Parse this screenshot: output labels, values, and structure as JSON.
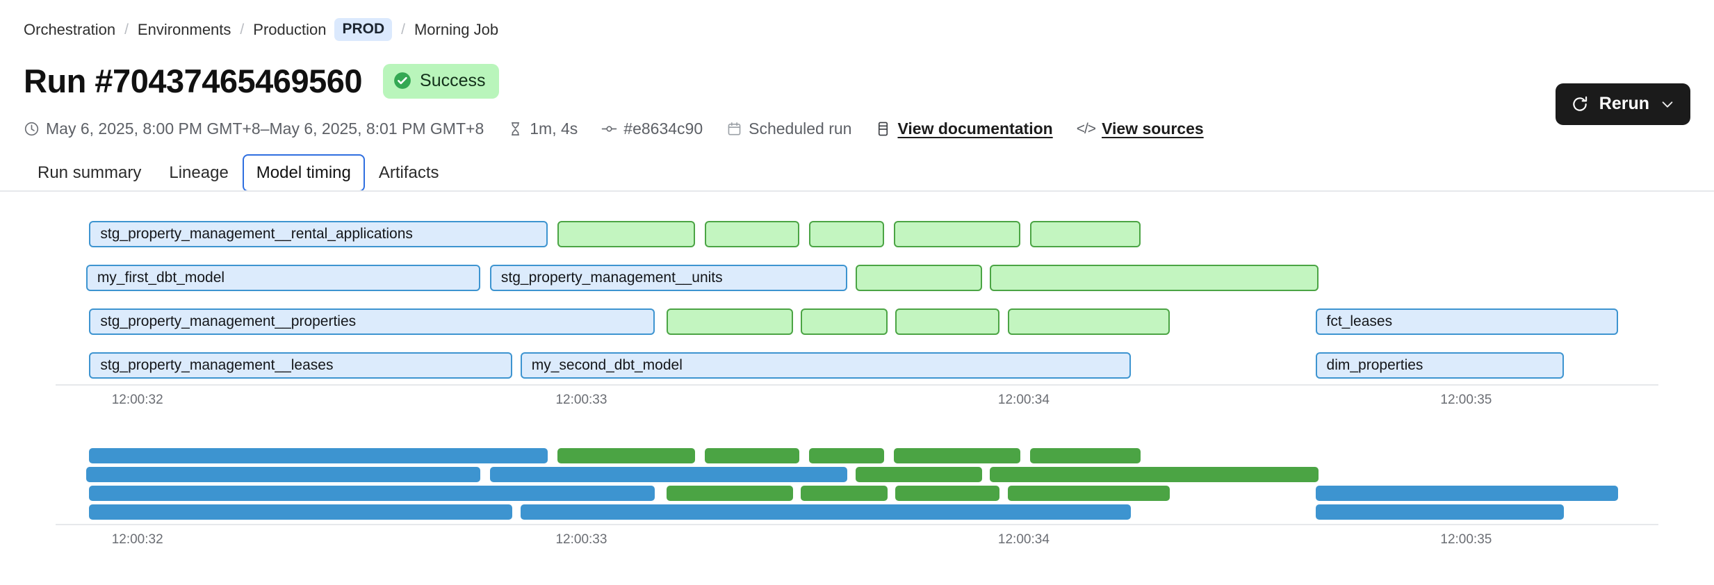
{
  "breadcrumb": {
    "items": [
      {
        "label": "Orchestration",
        "type": "link"
      },
      {
        "label": "Environments",
        "type": "link"
      },
      {
        "label": "Production",
        "type": "link"
      },
      {
        "label": "PROD",
        "type": "badge"
      },
      {
        "label": "Morning Job",
        "type": "current"
      }
    ],
    "separator": "/"
  },
  "header": {
    "title": "Run #70437465469560",
    "status": {
      "label": "Success",
      "icon": "check-circle-icon",
      "bg": "#b9f5bb",
      "fg": "#13301a"
    },
    "rerun": {
      "label": "Rerun",
      "icon": "refresh-icon",
      "chevron": "chevron-down-icon",
      "bg": "#1b1b1b"
    }
  },
  "meta": {
    "timerange": {
      "icon": "clock-icon",
      "label": "May 6, 2025, 8:00 PM GMT+8–May 6, 2025, 8:01 PM GMT+8"
    },
    "duration": {
      "icon": "hourglass-icon",
      "label": "1m, 4s"
    },
    "commit": {
      "icon": "commit-icon",
      "label": "#e8634c90"
    },
    "trigger": {
      "icon": "calendar-icon",
      "label": "Scheduled run"
    },
    "docs_link": {
      "icon": "book-icon",
      "label": "View documentation"
    },
    "sources_link": {
      "icon": "code-icon",
      "label": "View sources"
    }
  },
  "tabs": {
    "items": [
      {
        "label": "Run summary",
        "active": false
      },
      {
        "label": "Lineage",
        "active": false
      },
      {
        "label": "Model timing",
        "active": true
      },
      {
        "label": "Artifacts",
        "active": false
      }
    ],
    "active_color": "#2f6fe0"
  },
  "colors": {
    "bar_blue_fill": "#dcebfc",
    "bar_blue_border": "#3d94d0",
    "bar_green_fill": "#c3f5c0",
    "bar_green_border": "#4ba444",
    "overview_blue": "#3d94d0",
    "overview_green": "#4ba444"
  },
  "chart_data": [
    {
      "type": "bar",
      "name": "model-timing-detail",
      "title": "",
      "xlabel": "",
      "ylabel": "",
      "orientation": "horizontal-gantt",
      "grid": false,
      "legend": "none",
      "axis_ticks": [
        "12:00:32",
        "12:00:33",
        "12:00:34",
        "12:00:35"
      ],
      "axis_tick_pct": [
        3.5,
        31.2,
        58.8,
        86.4
      ],
      "lanes": [
        {
          "bars": [
            {
              "label": "stg_property_management__rental_applications",
              "color": "blue",
              "start_pct": 2.1,
              "width_pct": 28.6
            },
            {
              "label": "",
              "color": "green",
              "start_pct": 31.3,
              "width_pct": 8.6
            },
            {
              "label": "",
              "color": "green",
              "start_pct": 40.5,
              "width_pct": 5.9
            },
            {
              "label": "",
              "color": "green",
              "start_pct": 47.0,
              "width_pct": 4.7
            },
            {
              "label": "",
              "color": "green",
              "start_pct": 52.3,
              "width_pct": 7.9
            },
            {
              "label": "",
              "color": "green",
              "start_pct": 60.8,
              "width_pct": 6.9
            }
          ]
        },
        {
          "bars": [
            {
              "label": "my_first_dbt_model",
              "color": "blue",
              "start_pct": 1.9,
              "width_pct": 24.6
            },
            {
              "label": "stg_property_management__units",
              "color": "blue",
              "start_pct": 27.1,
              "width_pct": 22.3
            },
            {
              "label": "",
              "color": "green",
              "start_pct": 49.9,
              "width_pct": 7.9
            },
            {
              "label": "",
              "color": "green",
              "start_pct": 58.3,
              "width_pct": 20.5
            }
          ]
        },
        {
          "bars": [
            {
              "label": "stg_property_management__properties",
              "color": "blue",
              "start_pct": 2.1,
              "width_pct": 35.3
            },
            {
              "label": "",
              "color": "green",
              "start_pct": 38.1,
              "width_pct": 7.9
            },
            {
              "label": "",
              "color": "green",
              "start_pct": 46.5,
              "width_pct": 5.4
            },
            {
              "label": "",
              "color": "green",
              "start_pct": 52.4,
              "width_pct": 6.5
            },
            {
              "label": "",
              "color": "green",
              "start_pct": 59.4,
              "width_pct": 10.1
            },
            {
              "label": "fct_leases",
              "color": "blue",
              "start_pct": 78.6,
              "width_pct": 18.9
            }
          ]
        },
        {
          "bars": [
            {
              "label": "stg_property_management__leases",
              "color": "blue",
              "start_pct": 2.1,
              "width_pct": 26.4
            },
            {
              "label": "my_second_dbt_model",
              "color": "blue",
              "start_pct": 29.0,
              "width_pct": 38.1
            },
            {
              "label": "dim_properties",
              "color": "blue",
              "start_pct": 78.6,
              "width_pct": 15.5
            }
          ]
        }
      ]
    },
    {
      "type": "bar",
      "name": "model-timing-overview",
      "title": "",
      "xlabel": "",
      "ylabel": "",
      "orientation": "horizontal-gantt",
      "grid": false,
      "legend": "none",
      "axis_ticks": [
        "12:00:32",
        "12:00:33",
        "12:00:34",
        "12:00:35"
      ],
      "axis_tick_pct": [
        3.5,
        31.2,
        58.8,
        86.4
      ],
      "lanes": [
        {
          "bars": [
            {
              "label": "stg_property_management__rental_applications",
              "color": "blue",
              "start_pct": 2.1,
              "width_pct": 28.6
            },
            {
              "label": "",
              "color": "green",
              "start_pct": 31.3,
              "width_pct": 8.6
            },
            {
              "label": "",
              "color": "green",
              "start_pct": 40.5,
              "width_pct": 5.9
            },
            {
              "label": "",
              "color": "green",
              "start_pct": 47.0,
              "width_pct": 4.7
            },
            {
              "label": "",
              "color": "green",
              "start_pct": 52.3,
              "width_pct": 7.9
            },
            {
              "label": "",
              "color": "green",
              "start_pct": 60.8,
              "width_pct": 6.9
            }
          ]
        },
        {
          "bars": [
            {
              "label": "my_first_dbt_model",
              "color": "blue",
              "start_pct": 1.9,
              "width_pct": 24.6
            },
            {
              "label": "stg_property_management__units",
              "color": "blue",
              "start_pct": 27.1,
              "width_pct": 22.3
            },
            {
              "label": "",
              "color": "green",
              "start_pct": 49.9,
              "width_pct": 7.9
            },
            {
              "label": "",
              "color": "green",
              "start_pct": 58.3,
              "width_pct": 20.5
            }
          ]
        },
        {
          "bars": [
            {
              "label": "stg_property_management__properties",
              "color": "blue",
              "start_pct": 2.1,
              "width_pct": 35.3
            },
            {
              "label": "",
              "color": "green",
              "start_pct": 38.1,
              "width_pct": 7.9
            },
            {
              "label": "",
              "color": "green",
              "start_pct": 46.5,
              "width_pct": 5.4
            },
            {
              "label": "",
              "color": "green",
              "start_pct": 52.4,
              "width_pct": 6.5
            },
            {
              "label": "",
              "color": "green",
              "start_pct": 59.4,
              "width_pct": 10.1
            },
            {
              "label": "fct_leases",
              "color": "blue",
              "start_pct": 78.6,
              "width_pct": 18.9
            }
          ]
        },
        {
          "bars": [
            {
              "label": "stg_property_management__leases",
              "color": "blue",
              "start_pct": 2.1,
              "width_pct": 26.4
            },
            {
              "label": "my_second_dbt_model",
              "color": "blue",
              "start_pct": 29.0,
              "width_pct": 38.1
            },
            {
              "label": "dim_properties",
              "color": "blue",
              "start_pct": 78.6,
              "width_pct": 15.5
            }
          ]
        }
      ]
    }
  ]
}
